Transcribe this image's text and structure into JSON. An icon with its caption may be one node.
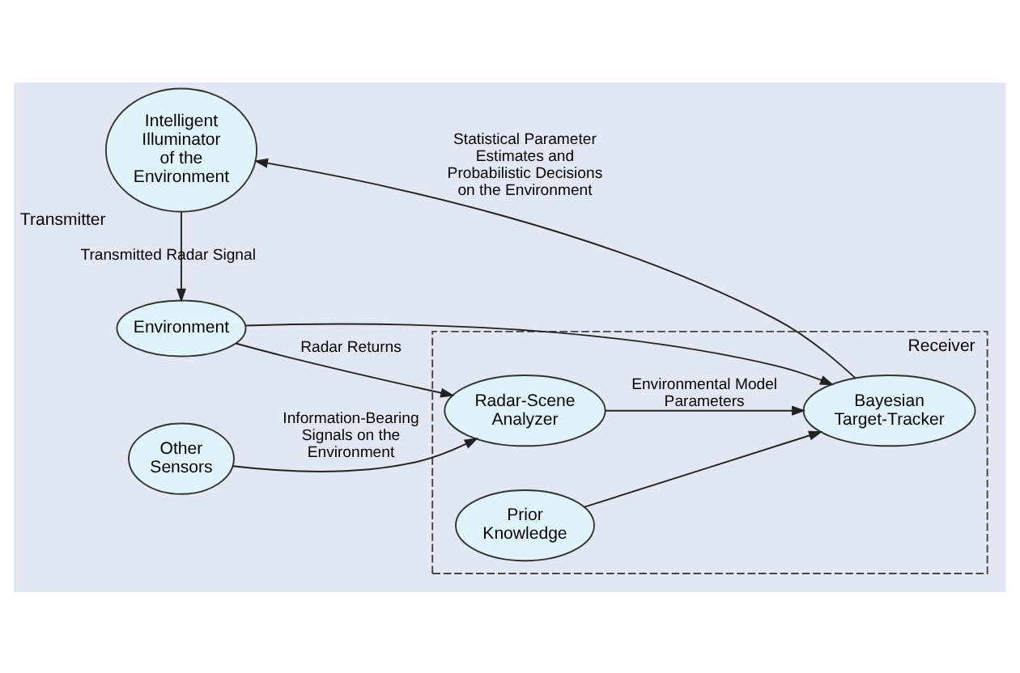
{
  "diagram": {
    "nodes": [
      {
        "text": [
          "Receiver"
        ]
      },
      {
        "text": [
          "Environment"
        ]
      },
      {
        "text": [
          "Intelligent Illuminator of the Environment"
        ],
        "beside": [
          "Transmitter"
        ]
      },
      {
        "text": [
          "Other Sensors"
        ]
      },
      {
        "text": [
          "Radar-Scene Analyzer"
        ],
        "in": 0
      },
      {
        "text": [
          "Bayesian Target-Tracker"
        ],
        "in": 0
      },
      {
        "text": [
          "Prior Knowledge"
        ],
        "in": 0
      }
    ],
    "edges": [
      {
        "from": 2,
        "to": 1,
        "arrow": "to",
        "label": "Transmitted Radar Signal"
      },
      {
        "from": 1,
        "to": 4,
        "arrow": "to",
        "label": "Radar Returns"
      },
      {
        "from": 1,
        "to": 5,
        "arrow": "to"
      },
      {
        "from": 3,
        "to": 4,
        "arrow": "to",
        "label": "Information-Bearing Signals on the Environment"
      },
      {
        "from": 4,
        "to": 5,
        "arrow": "to",
        "label": "Environmental Model Parameters"
      },
      {
        "from": 6,
        "to": 5,
        "arrow": "to"
      },
      {
        "from": 5,
        "to": 2,
        "arrow": "to",
        "label": "Statistical Parameter Estimates and Probabilistic Decisions on the Environment"
      }
    ]
  }
}
